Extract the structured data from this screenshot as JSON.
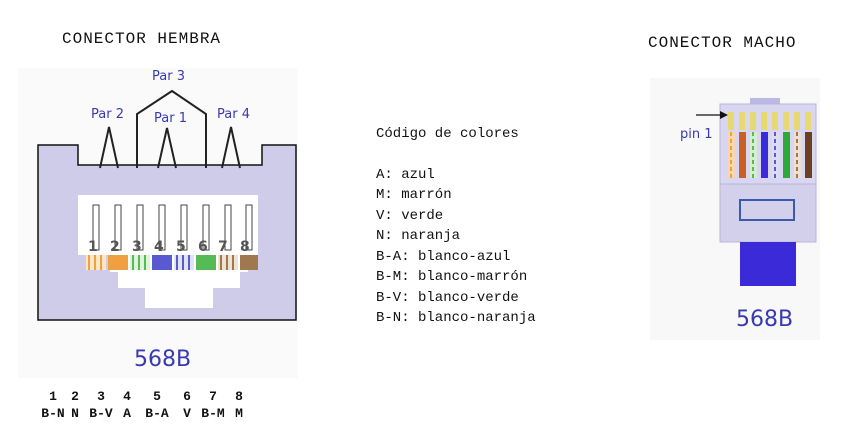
{
  "female": {
    "title": "CONECTOR HEMBRA",
    "pair_labels": {
      "par3": "Par 3",
      "par2": "Par 2",
      "par1": "Par 1",
      "par4": "Par 4"
    },
    "pin_numbers": [
      "1",
      "2",
      "3",
      "4",
      "5",
      "6",
      "7",
      "8"
    ],
    "standard": "568B"
  },
  "male": {
    "title": "CONECTOR MACHO",
    "pin_label": "pin 1",
    "standard": "568B"
  },
  "legend": {
    "title": "Código de colores",
    "items": [
      "A: azul",
      "M: marrón",
      "V: verde",
      "N: naranja",
      "B-A: blanco-azul",
      "B-M: blanco-marrón",
      "B-V: blanco-verde",
      "B-N: blanco-naranja"
    ]
  },
  "pinout": {
    "numbers": [
      "1",
      "2",
      "3",
      "4",
      "5",
      "6",
      "7",
      "8"
    ],
    "codes": [
      "B-N",
      "N",
      "B-V",
      "A",
      "B-A",
      "V",
      "B-M",
      "M"
    ]
  },
  "colors": {
    "connector_body": "#cfcce9",
    "connector_outline": "#111111",
    "label_blue": "#3a3ab0",
    "orange": "#f0a040",
    "green": "#55bb55",
    "blue": "#5a5ad0",
    "brown": "#a07850",
    "male_blue": "#3a2ad8"
  }
}
